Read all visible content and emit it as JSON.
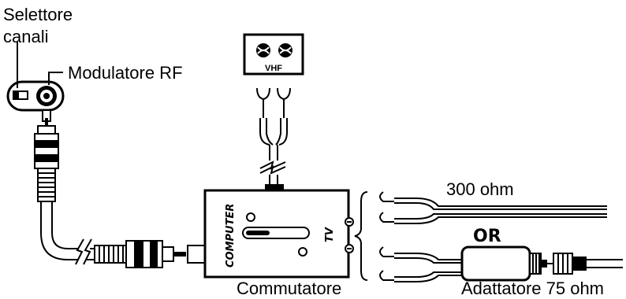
{
  "labels": {
    "channel_selector": [
      "Selettore",
      "canali"
    ],
    "rf_modulator": "Modulatore RF",
    "vhf": "VHF",
    "switch_computer": "COMPUTER",
    "switch_tv": "TV",
    "ohm300": "300  ohm",
    "or": "OR",
    "switch_box": "Commutatore",
    "adapter": "Adattatore  75  ohm"
  }
}
